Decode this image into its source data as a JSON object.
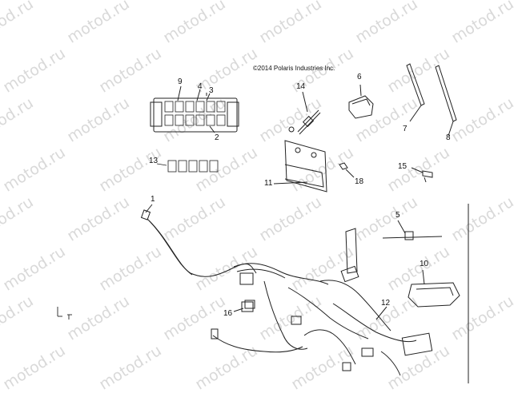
{
  "copyright": "©2014 Polaris Industries Inc.",
  "watermark": "motod.ru",
  "callouts": {
    "c1": "1",
    "c2": "2",
    "c3": "3",
    "c4": "4",
    "c5": "5",
    "c6": "6",
    "c7": "7",
    "c8": "8",
    "c9": "9",
    "c10": "10",
    "c11": "11",
    "c12": "12",
    "c13": "13",
    "c14": "14",
    "c15": "15",
    "c16": "16",
    "c18": "18"
  },
  "colors": {
    "line": "#222222",
    "watermark": "#d9d9d9"
  }
}
